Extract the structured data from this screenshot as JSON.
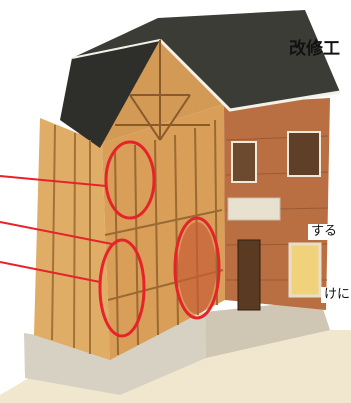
{
  "title_fragment": "改修工",
  "callouts": [
    {
      "text": "する"
    },
    {
      "text": "けに"
    }
  ],
  "colors": {
    "roof": "#3f3f3a",
    "wood_frame": "#d9a25c",
    "brick": "#b86c3e",
    "highlight_circle": "#e8282a",
    "foundation": "#d9d4c8",
    "ground": "#ece2c9"
  },
  "elements": {
    "scene_name": "house-cutaway-illustration"
  }
}
